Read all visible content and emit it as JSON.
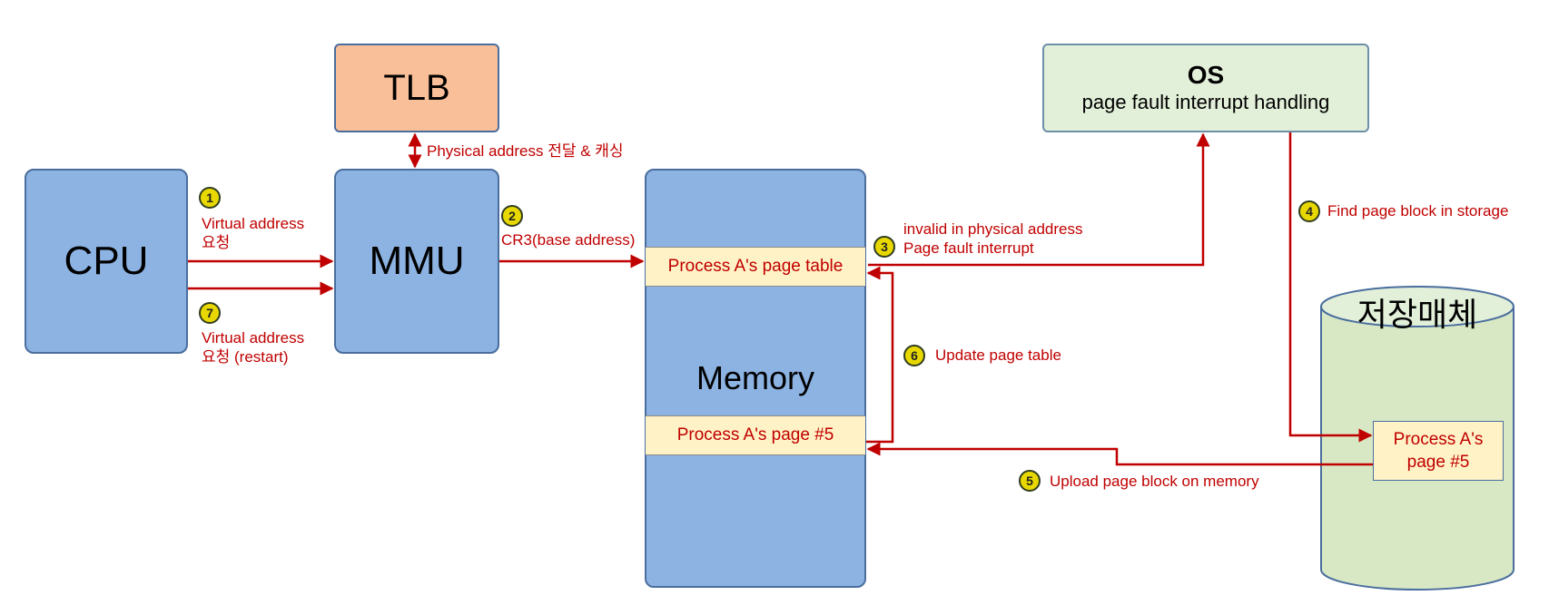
{
  "nodes": {
    "cpu": "CPU",
    "mmu": "MMU",
    "tlb": "TLB",
    "memory": "Memory",
    "page_table": "Process A's page table",
    "page5": "Process A's page #5",
    "os_title": "OS",
    "os_subtitle": "page fault interrupt handling",
    "storage": "저장매체",
    "storage_page_line1": "Process A's",
    "storage_page_line2": "page #5"
  },
  "labels": {
    "tlb_link": "Physical address 전달 & 캐싱",
    "step1_line1": "Virtual address",
    "step1_line2": "요청",
    "step7_line1": "Virtual address",
    "step7_line2": "요청 (restart)",
    "step2": "CR3(base address)",
    "step3_line1": "invalid in physical address",
    "step3_line2": "Page fault interrupt",
    "step4": "Find page block in storage",
    "step5": "Upload page block on memory",
    "step6": "Update page table"
  },
  "steps": [
    "1",
    "2",
    "3",
    "4",
    "5",
    "6",
    "7"
  ],
  "colors": {
    "arrow": "#c00000",
    "box_blue": "#8db3e2",
    "tlb": "#f9bf99",
    "os": "#e2efd9",
    "storage": "#d8e8c4",
    "strip": "#fff2c6",
    "step_badge": "#e8d800"
  }
}
